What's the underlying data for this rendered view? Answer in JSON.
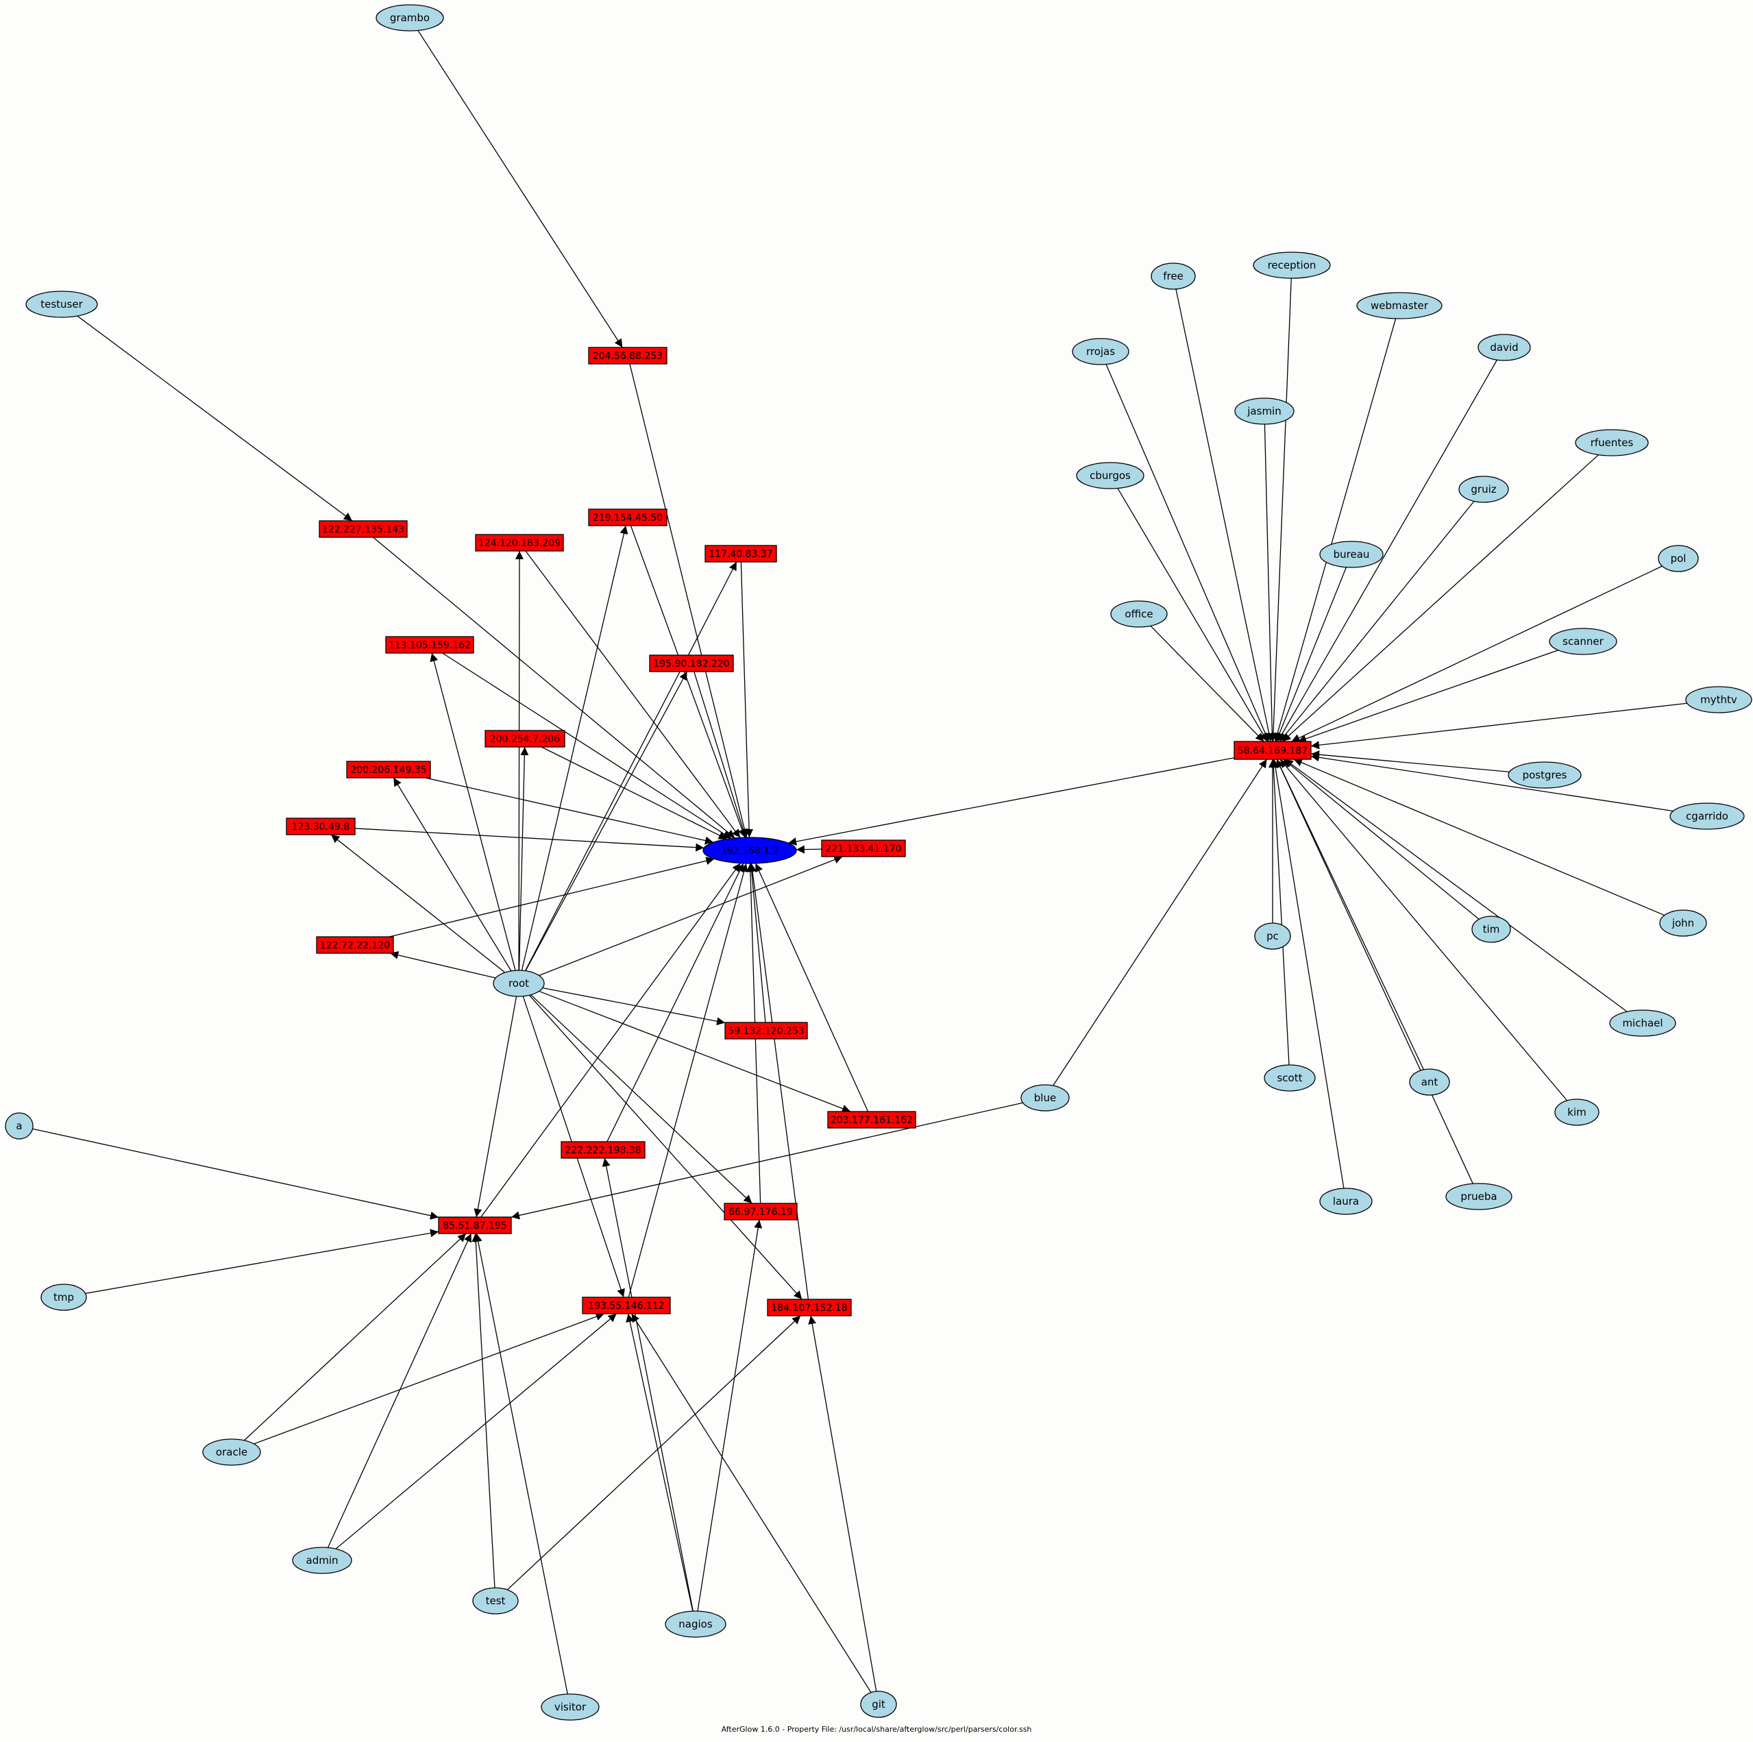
{
  "caption": "AfterGlow 1.6.0 - Property File: /usr/local/share/afterglow/src/perl/parsers/color.ssh",
  "colors": {
    "user_fill": "#add8e6",
    "ip_fill": "#ff0000",
    "target_fill": "#0000ff",
    "edge": "#000000",
    "background": "#fdfdfb"
  },
  "nodes": [
    {
      "id": "192.168.1.2",
      "label": "192.168.1.2",
      "shape": "ellipse",
      "role": "target"
    },
    {
      "id": "58.64.169.187",
      "label": "58.64.169.187",
      "shape": "box",
      "role": "ip"
    },
    {
      "id": "204.56.88.253",
      "label": "204.56.88.253",
      "shape": "box",
      "role": "ip"
    },
    {
      "id": "122.227.135.143",
      "label": "122.227.135.143",
      "shape": "box",
      "role": "ip"
    },
    {
      "id": "219.154.45.50",
      "label": "219.154.45.50",
      "shape": "box",
      "role": "ip"
    },
    {
      "id": "124.120.183.209",
      "label": "124.120.183.209",
      "shape": "box",
      "role": "ip"
    },
    {
      "id": "117.40.83.37",
      "label": "117.40.83.37",
      "shape": "box",
      "role": "ip"
    },
    {
      "id": "113.105.159.162",
      "label": "113.105.159.162",
      "shape": "box",
      "role": "ip"
    },
    {
      "id": "195.90.182.220",
      "label": "195.90.182.220",
      "shape": "box",
      "role": "ip"
    },
    {
      "id": "200.254.7.206",
      "label": "200.254.7.206",
      "shape": "box",
      "role": "ip"
    },
    {
      "id": "200.206.149.35",
      "label": "200.206.149.35",
      "shape": "box",
      "role": "ip"
    },
    {
      "id": "123.30.49.8",
      "label": "123.30.49.8",
      "shape": "box",
      "role": "ip"
    },
    {
      "id": "221.133.41.170",
      "label": "221.133.41.170",
      "shape": "box",
      "role": "ip"
    },
    {
      "id": "122.72.22.120",
      "label": "122.72.22.120",
      "shape": "box",
      "role": "ip"
    },
    {
      "id": "59.132.120.253",
      "label": "59.132.120.253",
      "shape": "box",
      "role": "ip"
    },
    {
      "id": "203.177.161.162",
      "label": "203.177.161.162",
      "shape": "box",
      "role": "ip"
    },
    {
      "id": "222.222.198.38",
      "label": "222.222.198.38",
      "shape": "box",
      "role": "ip"
    },
    {
      "id": "85.51.87.195",
      "label": "85.51.87.195",
      "shape": "box",
      "role": "ip"
    },
    {
      "id": "66.97.176.19",
      "label": "66.97.176.19",
      "shape": "box",
      "role": "ip"
    },
    {
      "id": "193.55.146.112",
      "label": "193.55.146.112",
      "shape": "box",
      "role": "ip"
    },
    {
      "id": "184.107.152.18",
      "label": "184.107.152.18",
      "shape": "box",
      "role": "ip"
    },
    {
      "id": "grambo",
      "label": "grambo",
      "shape": "ellipse",
      "role": "user"
    },
    {
      "id": "testuser",
      "label": "testuser",
      "shape": "ellipse",
      "role": "user"
    },
    {
      "id": "root",
      "label": "root",
      "shape": "ellipse",
      "role": "user"
    },
    {
      "id": "a",
      "label": "a",
      "shape": "ellipse",
      "role": "user"
    },
    {
      "id": "tmp",
      "label": "tmp",
      "shape": "ellipse",
      "role": "user"
    },
    {
      "id": "oracle",
      "label": "oracle",
      "shape": "ellipse",
      "role": "user"
    },
    {
      "id": "admin",
      "label": "admin",
      "shape": "ellipse",
      "role": "user"
    },
    {
      "id": "test",
      "label": "test",
      "shape": "ellipse",
      "role": "user"
    },
    {
      "id": "visitor",
      "label": "visitor",
      "shape": "ellipse",
      "role": "user"
    },
    {
      "id": "nagios",
      "label": "nagios",
      "shape": "ellipse",
      "role": "user"
    },
    {
      "id": "git",
      "label": "git",
      "shape": "ellipse",
      "role": "user"
    },
    {
      "id": "blue",
      "label": "blue",
      "shape": "ellipse",
      "role": "user"
    },
    {
      "id": "free",
      "label": "free",
      "shape": "ellipse",
      "role": "user"
    },
    {
      "id": "reception",
      "label": "reception",
      "shape": "ellipse",
      "role": "user"
    },
    {
      "id": "webmaster",
      "label": "webmaster",
      "shape": "ellipse",
      "role": "user"
    },
    {
      "id": "rrojas",
      "label": "rrojas",
      "shape": "ellipse",
      "role": "user"
    },
    {
      "id": "david",
      "label": "david",
      "shape": "ellipse",
      "role": "user"
    },
    {
      "id": "jasmin",
      "label": "jasmin",
      "shape": "ellipse",
      "role": "user"
    },
    {
      "id": "rfuentes",
      "label": "rfuentes",
      "shape": "ellipse",
      "role": "user"
    },
    {
      "id": "cburgos",
      "label": "cburgos",
      "shape": "ellipse",
      "role": "user"
    },
    {
      "id": "gruiz",
      "label": "gruiz",
      "shape": "ellipse",
      "role": "user"
    },
    {
      "id": "bureau",
      "label": "bureau",
      "shape": "ellipse",
      "role": "user"
    },
    {
      "id": "pol",
      "label": "pol",
      "shape": "ellipse",
      "role": "user"
    },
    {
      "id": "office",
      "label": "office",
      "shape": "ellipse",
      "role": "user"
    },
    {
      "id": "scanner",
      "label": "scanner",
      "shape": "ellipse",
      "role": "user"
    },
    {
      "id": "mythtv",
      "label": "mythtv",
      "shape": "ellipse",
      "role": "user"
    },
    {
      "id": "postgres",
      "label": "postgres",
      "shape": "ellipse",
      "role": "user"
    },
    {
      "id": "cgarrido",
      "label": "cgarrido",
      "shape": "ellipse",
      "role": "user"
    },
    {
      "id": "pc",
      "label": "pc",
      "shape": "ellipse",
      "role": "user"
    },
    {
      "id": "tim",
      "label": "tim",
      "shape": "ellipse",
      "role": "user"
    },
    {
      "id": "john",
      "label": "john",
      "shape": "ellipse",
      "role": "user"
    },
    {
      "id": "michael",
      "label": "michael",
      "shape": "ellipse",
      "role": "user"
    },
    {
      "id": "scott",
      "label": "scott",
      "shape": "ellipse",
      "role": "user"
    },
    {
      "id": "ant",
      "label": "ant",
      "shape": "ellipse",
      "role": "user"
    },
    {
      "id": "kim",
      "label": "kim",
      "shape": "ellipse",
      "role": "user"
    },
    {
      "id": "laura",
      "label": "laura",
      "shape": "ellipse",
      "role": "user"
    },
    {
      "id": "prueba",
      "label": "prueba",
      "shape": "ellipse",
      "role": "user"
    }
  ],
  "edges": [
    [
      "grambo",
      "204.56.88.253"
    ],
    [
      "testuser",
      "122.227.135.143"
    ],
    [
      "204.56.88.253",
      "192.168.1.2"
    ],
    [
      "122.227.135.143",
      "192.168.1.2"
    ],
    [
      "219.154.45.50",
      "192.168.1.2"
    ],
    [
      "124.120.183.209",
      "192.168.1.2"
    ],
    [
      "117.40.83.37",
      "192.168.1.2"
    ],
    [
      "113.105.159.162",
      "192.168.1.2"
    ],
    [
      "195.90.182.220",
      "192.168.1.2"
    ],
    [
      "200.254.7.206",
      "192.168.1.2"
    ],
    [
      "200.206.149.35",
      "192.168.1.2"
    ],
    [
      "123.30.49.8",
      "192.168.1.2"
    ],
    [
      "221.133.41.170",
      "192.168.1.2"
    ],
    [
      "122.72.22.120",
      "192.168.1.2"
    ],
    [
      "59.132.120.253",
      "192.168.1.2"
    ],
    [
      "203.177.161.162",
      "192.168.1.2"
    ],
    [
      "222.222.198.38",
      "192.168.1.2"
    ],
    [
      "85.51.87.195",
      "192.168.1.2"
    ],
    [
      "66.97.176.19",
      "192.168.1.2"
    ],
    [
      "193.55.146.112",
      "192.168.1.2"
    ],
    [
      "184.107.152.18",
      "192.168.1.2"
    ],
    [
      "58.64.169.187",
      "192.168.1.2"
    ],
    [
      "root",
      "124.120.183.209"
    ],
    [
      "root",
      "219.154.45.50"
    ],
    [
      "root",
      "117.40.83.37"
    ],
    [
      "root",
      "113.105.159.162"
    ],
    [
      "root",
      "195.90.182.220"
    ],
    [
      "root",
      "200.254.7.206"
    ],
    [
      "root",
      "200.206.149.35"
    ],
    [
      "root",
      "123.30.49.8"
    ],
    [
      "root",
      "221.133.41.170"
    ],
    [
      "root",
      "122.72.22.120"
    ],
    [
      "root",
      "59.132.120.253"
    ],
    [
      "root",
      "203.177.161.162"
    ],
    [
      "root",
      "85.51.87.195"
    ],
    [
      "root",
      "66.97.176.19"
    ],
    [
      "root",
      "193.55.146.112"
    ],
    [
      "root",
      "184.107.152.18"
    ],
    [
      "a",
      "85.51.87.195"
    ],
    [
      "tmp",
      "85.51.87.195"
    ],
    [
      "oracle",
      "85.51.87.195"
    ],
    [
      "admin",
      "85.51.87.195"
    ],
    [
      "test",
      "85.51.87.195"
    ],
    [
      "visitor",
      "85.51.87.195"
    ],
    [
      "blue",
      "85.51.87.195"
    ],
    [
      "oracle",
      "193.55.146.112"
    ],
    [
      "admin",
      "193.55.146.112"
    ],
    [
      "nagios",
      "193.55.146.112"
    ],
    [
      "git",
      "193.55.146.112"
    ],
    [
      "nagios",
      "222.222.198.38"
    ],
    [
      "nagios",
      "66.97.176.19"
    ],
    [
      "test",
      "184.107.152.18"
    ],
    [
      "git",
      "184.107.152.18"
    ],
    [
      "blue",
      "58.64.169.187"
    ],
    [
      "free",
      "58.64.169.187"
    ],
    [
      "reception",
      "58.64.169.187"
    ],
    [
      "webmaster",
      "58.64.169.187"
    ],
    [
      "rrojas",
      "58.64.169.187"
    ],
    [
      "david",
      "58.64.169.187"
    ],
    [
      "jasmin",
      "58.64.169.187"
    ],
    [
      "rfuentes",
      "58.64.169.187"
    ],
    [
      "cburgos",
      "58.64.169.187"
    ],
    [
      "gruiz",
      "58.64.169.187"
    ],
    [
      "bureau",
      "58.64.169.187"
    ],
    [
      "pol",
      "58.64.169.187"
    ],
    [
      "office",
      "58.64.169.187"
    ],
    [
      "scanner",
      "58.64.169.187"
    ],
    [
      "mythtv",
      "58.64.169.187"
    ],
    [
      "postgres",
      "58.64.169.187"
    ],
    [
      "cgarrido",
      "58.64.169.187"
    ],
    [
      "pc",
      "58.64.169.187"
    ],
    [
      "tim",
      "58.64.169.187"
    ],
    [
      "john",
      "58.64.169.187"
    ],
    [
      "michael",
      "58.64.169.187"
    ],
    [
      "scott",
      "58.64.169.187"
    ],
    [
      "ant",
      "58.64.169.187"
    ],
    [
      "kim",
      "58.64.169.187"
    ],
    [
      "laura",
      "58.64.169.187"
    ],
    [
      "prueba",
      "58.64.169.187"
    ]
  ]
}
